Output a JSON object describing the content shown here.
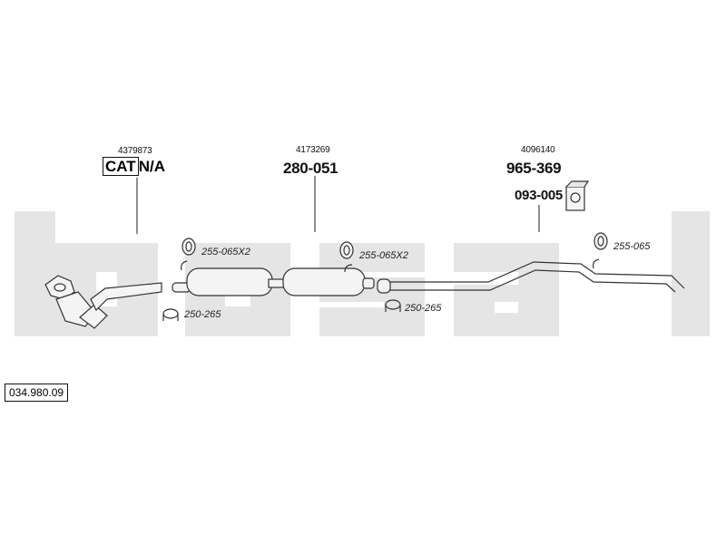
{
  "diagram": {
    "id": "034.980.09",
    "watermark_text": "bosal",
    "colors": {
      "line": "#333333",
      "watermark": "#e5e5e5",
      "part_fill": "#f4f4f4"
    },
    "sections": [
      {
        "name": "catalytic-converter",
        "oem": "4379873",
        "part": "CAT",
        "part_suffix": "N/A"
      },
      {
        "name": "middle-silencer",
        "oem": "4173269",
        "part": "280-051"
      },
      {
        "name": "rear-pipe",
        "oem": "4096140",
        "part": "965-369",
        "extra": "093-005"
      }
    ],
    "accessories": {
      "a1": "255-065X2",
      "a2": "250-265",
      "a3": "255-065X2",
      "a4": "250-265",
      "a5": "255-065"
    }
  }
}
